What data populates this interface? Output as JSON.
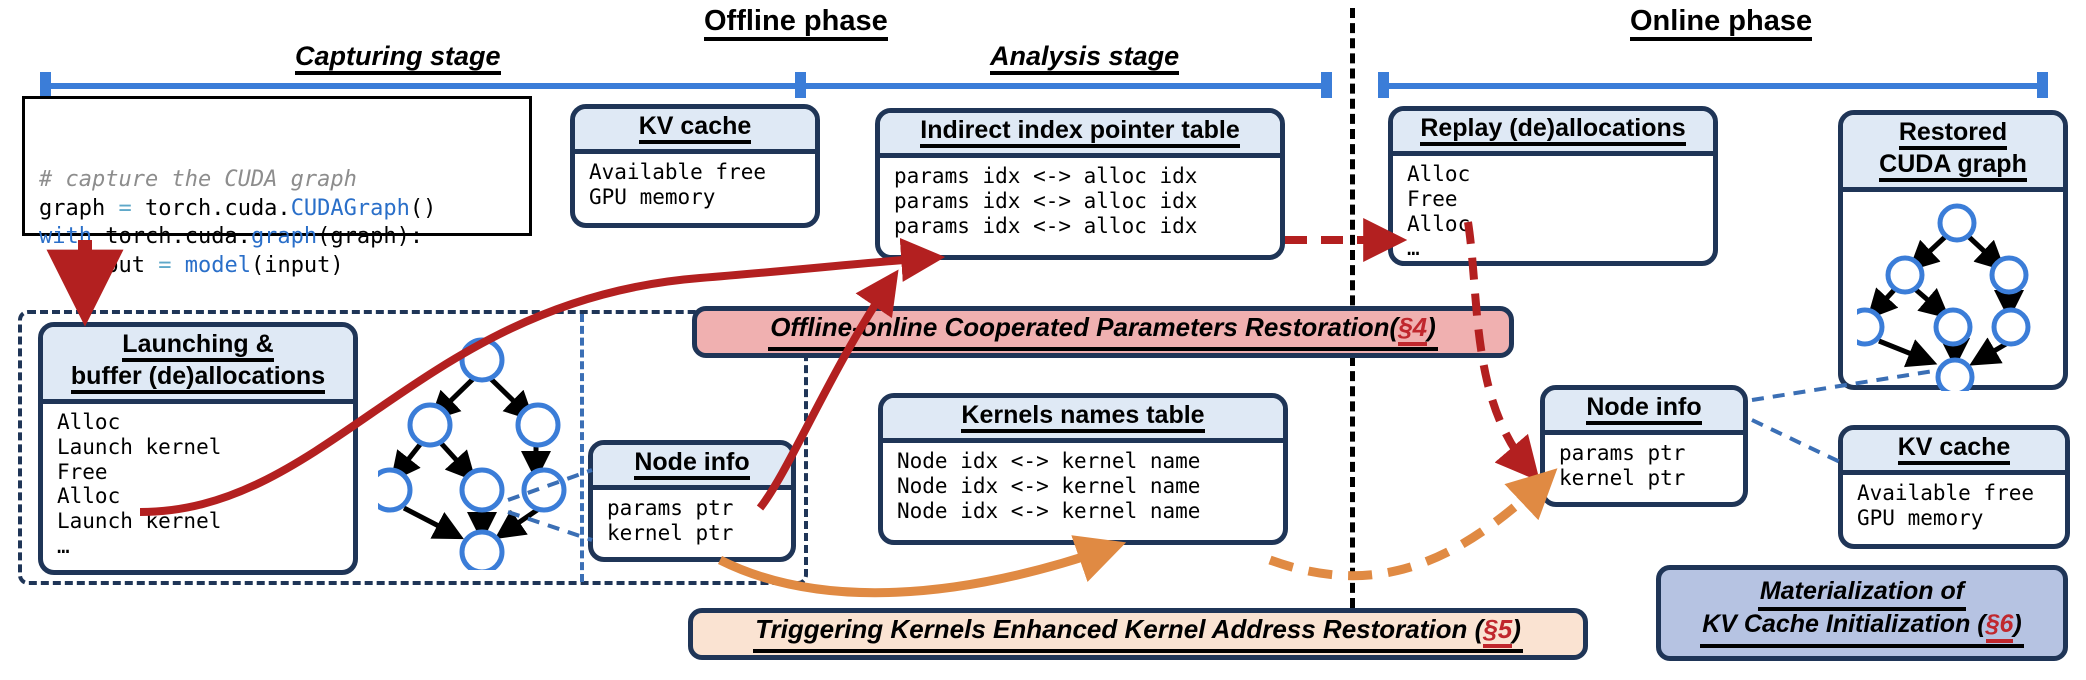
{
  "headers": {
    "offline_phase": "Offline phase",
    "online_phase": "Online phase",
    "capturing_stage": "Capturing stage",
    "analysis_stage": "Analysis stage"
  },
  "code_block": {
    "name": "cuda-graph-capture-code",
    "lines": [
      {
        "segments": [
          {
            "text": "# capture the CUDA graph",
            "style": "comment"
          }
        ]
      },
      {
        "segments": [
          {
            "text": "graph ",
            "style": "plain"
          },
          {
            "text": "=",
            "style": "op"
          },
          {
            "text": " torch.cuda.",
            "style": "plain"
          },
          {
            "text": "CUDAGraph",
            "style": "fn"
          },
          {
            "text": "()",
            "style": "plain"
          }
        ]
      },
      {
        "segments": [
          {
            "text": "with",
            "style": "kw"
          },
          {
            "text": " torch.cuda.",
            "style": "plain"
          },
          {
            "text": "graph",
            "style": "fn"
          },
          {
            "text": "(graph):",
            "style": "plain"
          }
        ]
      },
      {
        "segments": [
          {
            "text": "  output ",
            "style": "plain"
          },
          {
            "text": "=",
            "style": "op"
          },
          {
            "text": " ",
            "style": "plain"
          },
          {
            "text": "model",
            "style": "fn"
          },
          {
            "text": "(input)",
            "style": "plain"
          }
        ]
      }
    ]
  },
  "cards": {
    "kv_cache_offline": {
      "title": "KV cache",
      "rows": [
        "Available free",
        "GPU memory"
      ]
    },
    "indirect_index_pointer_table": {
      "title": "Indirect index pointer table",
      "rows": [
        "params idx <-> alloc idx",
        "params idx <-> alloc idx",
        "params idx <-> alloc idx"
      ]
    },
    "replay_deallocations": {
      "title": "Replay (de)allocations",
      "rows": [
        "Alloc",
        "Free",
        "Alloc",
        "…"
      ]
    },
    "restored_cuda_graph": {
      "title_line1": "Restored",
      "title_line2": "CUDA graph"
    },
    "launching_buffer_deallocations": {
      "title_line1": "Launching &",
      "title_line2": "buffer (de)allocations",
      "rows": [
        "Alloc",
        "Launch kernel",
        "Free",
        "Alloc",
        "Launch kernel",
        "…"
      ]
    },
    "node_info_offline": {
      "title": "Node info",
      "rows": [
        "params ptr",
        "kernel ptr"
      ]
    },
    "kernels_names_table": {
      "title": "Kernels names table",
      "rows": [
        "Node idx <-> kernel name",
        "Node idx <-> kernel name",
        "Node idx <-> kernel name"
      ]
    },
    "node_info_online": {
      "title": "Node info",
      "rows": [
        "params ptr",
        "kernel ptr"
      ]
    },
    "kv_cache_online": {
      "title": "KV cache",
      "rows": [
        "Available free",
        "GPU memory"
      ]
    }
  },
  "banners": {
    "params_restoration": {
      "text_main": "Offline-online Cooperated Parameters Restoration(",
      "section": "§4",
      "text_tail": ")",
      "fill": "#f0b0b0"
    },
    "kernel_address_restoration": {
      "text_main": "Triggering Kernels Enhanced Kernel Address Restoration (",
      "section": "§5",
      "text_tail": ")",
      "fill": "#fae3d2"
    },
    "kv_cache_materialization": {
      "text_line1": "Materialization of",
      "text_line2_main": "KV Cache Initialization (",
      "section": "§6",
      "text_tail": ")",
      "fill": "#b6c3e2"
    }
  },
  "colors": {
    "card_border": "#1f3557",
    "card_header_fill": "#dfe9f5",
    "timeline_blue": "#3b7dd8",
    "node_blue": "#3b7dd8",
    "arrow_red": "#b32020",
    "arrow_orange": "#e08a43",
    "arrow_blue_dashed": "#3b6fb5",
    "section_red": "#c0272d"
  },
  "graphs": {
    "captured_dag": {
      "name": "captured-cuda-graph-dag",
      "node_count": 7
    },
    "restored_dag": {
      "name": "restored-cuda-graph-dag",
      "node_count": 7
    }
  }
}
